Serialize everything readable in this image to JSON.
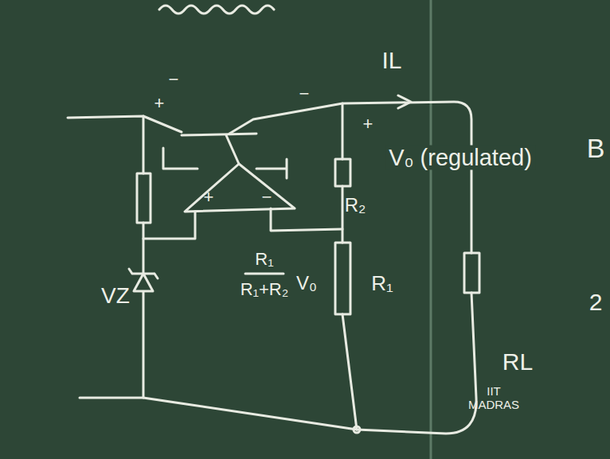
{
  "diagram": {
    "labels": [
      "IL",
      "+",
      "−",
      "+",
      "V₀ (regulated)",
      "+",
      "−",
      "R₂",
      "R₁",
      "R₁+R₂",
      "V₀",
      "R₁",
      "VZ",
      "RL",
      "IIT MADRAS",
      "B",
      "2",
      "−"
    ]
  }
}
